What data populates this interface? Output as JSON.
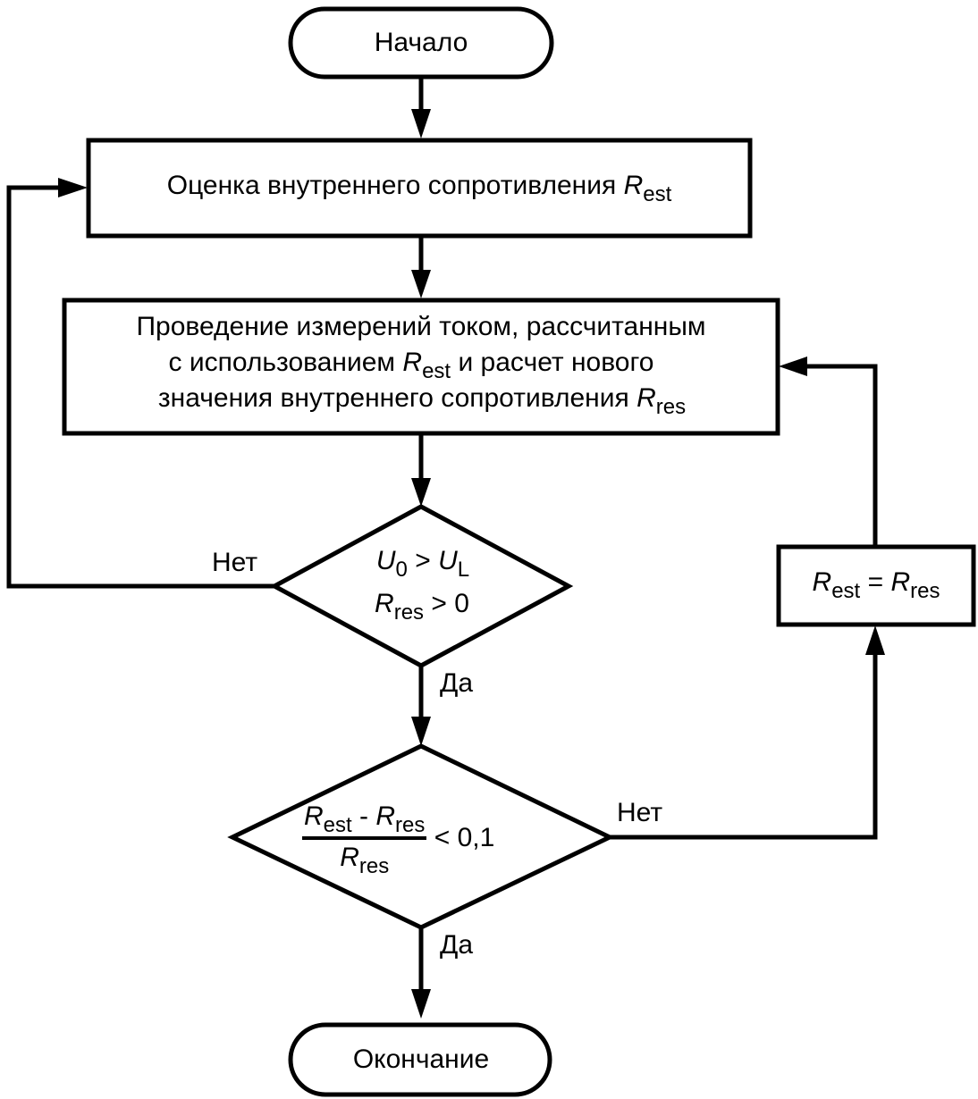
{
  "diagram": {
    "start": {
      "label": "Начало"
    },
    "step_estimate": {
      "label": "Оценка внутреннего сопротивления",
      "symbol": "R",
      "subscript": "est"
    },
    "step_measure": {
      "line1": "Проведение измерений током, рассчитанным",
      "line2_prefix": "с использованием",
      "line2_symbol": "R",
      "line2_subscript": "est",
      "line2_suffix": "и расчет нового",
      "line3_prefix": "значения внутреннего сопротивления",
      "line3_symbol": "R",
      "line3_subscript": "res"
    },
    "decision1": {
      "cond1_left": "U",
      "cond1_left_sub": "0",
      "cond1_op": ">",
      "cond1_right": "U",
      "cond1_right_sub": "L",
      "cond2_left": "R",
      "cond2_left_sub": "res",
      "cond2_op": "> 0",
      "no_label": "Нет",
      "yes_label": "Да"
    },
    "decision2": {
      "num_a": "R",
      "num_a_sub": "est",
      "num_op": "-",
      "num_b": "R",
      "num_b_sub": "res",
      "den": "R",
      "den_sub": "res",
      "comparison": "< 0,1",
      "no_label": "Нет",
      "yes_label": "Да"
    },
    "assign": {
      "left": "R",
      "left_sub": "est",
      "op": "=",
      "right": "R",
      "right_sub": "res"
    },
    "end": {
      "label": "Окончание"
    }
  }
}
